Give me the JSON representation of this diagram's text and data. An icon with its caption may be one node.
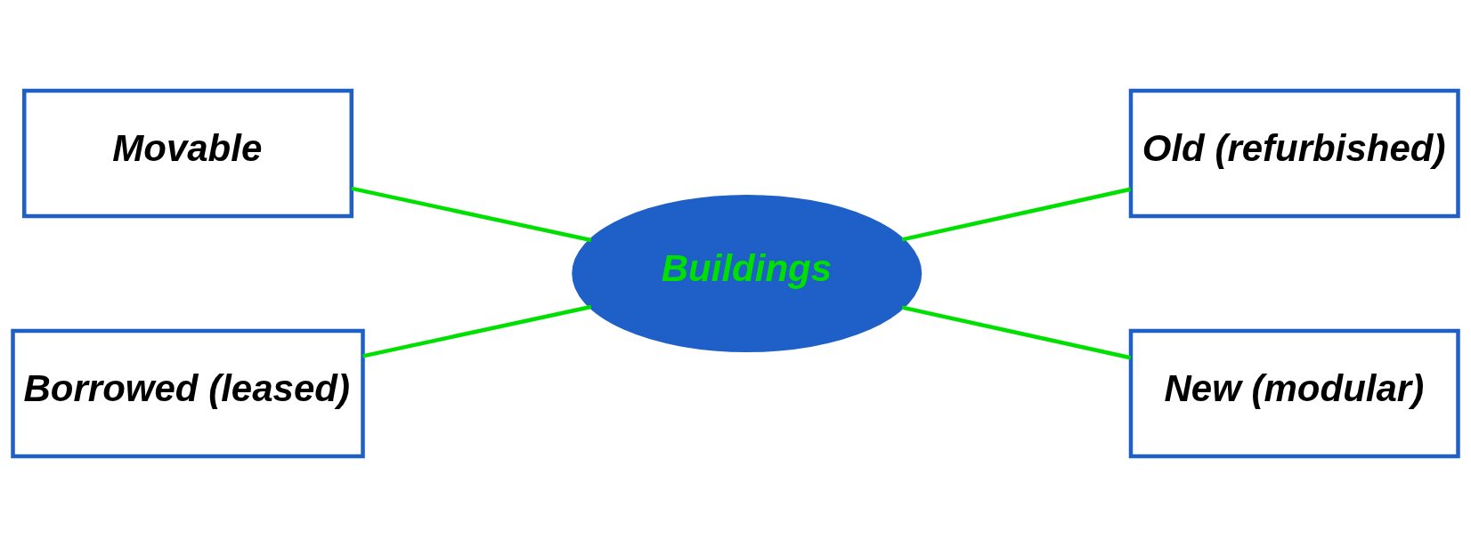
{
  "diagram": {
    "nodes": [
      {
        "text": [
          "Movable"
        ]
      },
      {
        "text": [
          "Old (refurbished)"
        ]
      },
      {
        "text": [
          "Buildings"
        ]
      },
      {
        "text": [
          "Borrowed (leased)"
        ]
      },
      {
        "text": [
          "New (modular)"
        ]
      }
    ],
    "edges": [
      {
        "from": 0,
        "to": 2,
        "arrow": "none"
      },
      {
        "from": 2,
        "to": 1,
        "arrow": "none"
      },
      {
        "from": 3,
        "to": 2,
        "arrow": "none"
      },
      {
        "from": 2,
        "to": 4,
        "arrow": "none"
      }
    ]
  }
}
